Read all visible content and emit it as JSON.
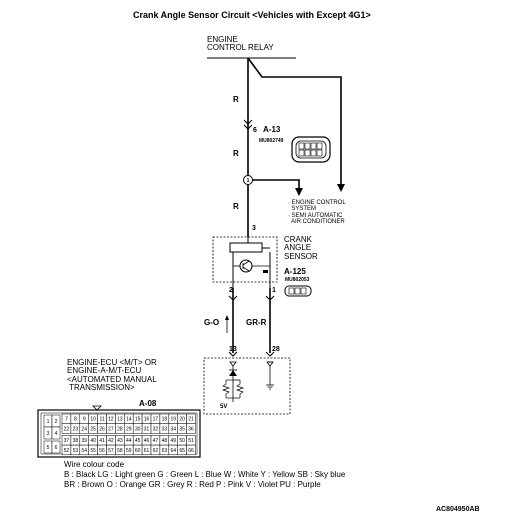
{
  "title": "Crank Angle Sensor Circuit <Vehicles with Except 4G1>",
  "relay_label": "ENGINE\nCONTROL RELAY",
  "wire_R1": "R",
  "wire_R2": "R",
  "wire_R3": "R",
  "connector_a13": {
    "pin": "6",
    "id": "A-13",
    "part": "MU802749"
  },
  "junction": "1",
  "branch_label": "· ENGINE CONTROL\n  SYSTEM\n· SEMI AUTOMATIC\n  AIR CONDITIONER",
  "sensor": {
    "pin_top": "3",
    "name": "CRANK\nANGLE\nSENSOR",
    "connector_id": "A-125",
    "connector_part": "MU802053",
    "pin_left": "2",
    "pin_right": "1",
    "conn_pins": [
      "3",
      "2",
      "1"
    ]
  },
  "wire_GO": "G-O",
  "wire_GRR": "GR-R",
  "ecu": {
    "pin_left": "13",
    "pin_right": "28",
    "name": "ENGINE-ECU <M/T> OR\nENGINE-A-M/T-ECU\n<AUTOMATED MANUAL\n TRANSMISSION>",
    "voltage": "5V",
    "connector_id": "A-08"
  },
  "ecu_connector": {
    "left_pins": [
      "1",
      "2",
      "3",
      "4",
      "5",
      "6"
    ],
    "rows": [
      [
        "7",
        "8",
        "9",
        "10",
        "11",
        "12",
        "13",
        "14",
        "15",
        "16",
        "17",
        "18",
        "19",
        "20",
        "21"
      ],
      [
        "22",
        "23",
        "24",
        "25",
        "26",
        "27",
        "28",
        "29",
        "30",
        "31",
        "32",
        "33",
        "34",
        "35",
        "36"
      ],
      [
        "37",
        "38",
        "39",
        "40",
        "41",
        "42",
        "43",
        "44",
        "45",
        "46",
        "47",
        "48",
        "49",
        "50",
        "51"
      ],
      [
        "52",
        "53",
        "54",
        "55",
        "56",
        "57",
        "58",
        "59",
        "60",
        "61",
        "62",
        "63",
        "64",
        "65",
        "66"
      ]
    ]
  },
  "legend": {
    "title": "Wire colour code",
    "line1": "B : Black    LG : Light green    G : Green    L : Blue    W : White    Y : Yellow    SB : Sky blue",
    "line2": "BR : Brown    O : Orange    GR : Grey    R : Red    P : Pink    V : Violet    PU : Purple"
  },
  "figure_id": "AC804950AB"
}
